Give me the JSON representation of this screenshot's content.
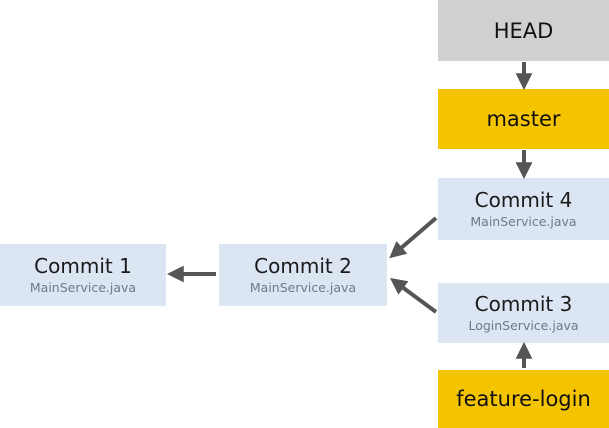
{
  "refs": {
    "head": "HEAD",
    "master": "master",
    "feature": "feature-login"
  },
  "commits": [
    {
      "title": "Commit 1",
      "file": "MainService.java"
    },
    {
      "title": "Commit 2",
      "file": "MainService.java"
    },
    {
      "title": "Commit 3",
      "file": "LoginService.java"
    },
    {
      "title": "Commit 4",
      "file": "MainService.java"
    }
  ],
  "colors": {
    "head_bg": "#d0d0d0",
    "branch_bg": "#f5c400",
    "commit_bg": "#dce6f3",
    "arrow": "#555555"
  }
}
